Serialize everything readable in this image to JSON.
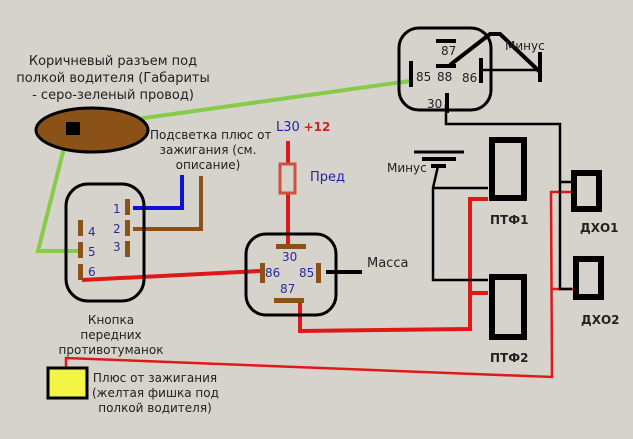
{
  "title": "Схема подключения ПТФ и ДХО",
  "labels": {
    "brown_connector": [
      "Коричневый разъем под",
      "полкой водителя (Габариты",
      "- серо-зеленый провод)"
    ],
    "backlight": [
      "Подсветка плюс от",
      "зажигания (см.",
      "описание)"
    ],
    "l30": "L30",
    "plus12": "+12",
    "fuse": "Пред",
    "minus_top": "Минус",
    "minus_mid": "Минус",
    "massa": "Масса",
    "button": [
      "Кнопка",
      "передних",
      "противотуманок"
    ],
    "ignition": [
      "Плюс от зажигания",
      "(желтая фишка под",
      "полкой водителя)"
    ],
    "ptf1": "ПТФ1",
    "ptf2": "ПТФ2",
    "dho1": "ДХО1",
    "dho2": "ДХО2"
  },
  "relay_top": {
    "pins": {
      "p87": "87",
      "p85": "85",
      "p88": "88",
      "p86": "86",
      "p30": "30"
    }
  },
  "relay_mid": {
    "pins": {
      "p30": "30",
      "p86": "86",
      "p85": "85",
      "p87": "87"
    }
  },
  "button_pins": {
    "p1": "1",
    "p2": "2",
    "p3": "3",
    "p4": "4",
    "p5": "5",
    "p6": "6"
  },
  "colors": {
    "background": "#d6d3cd",
    "wire_red": "#e01818",
    "wire_green": "#86cc4a",
    "wire_blue": "#1010dd",
    "wire_brown": "#8b5217",
    "wire_black": "#000000",
    "connector_brown": "#8b5217",
    "yellow_block": "#f4f444"
  }
}
